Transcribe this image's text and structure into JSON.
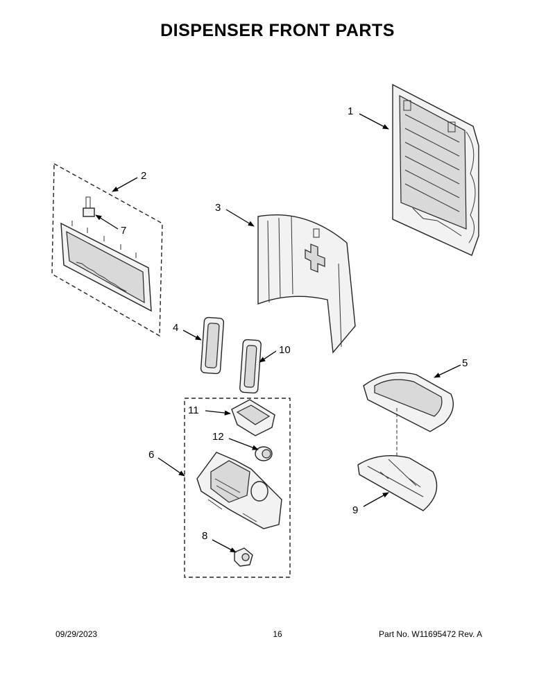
{
  "title": "DISPENSER FRONT PARTS",
  "footer": {
    "date": "09/29/2023",
    "page": "16",
    "part_no": "Part No.  W11695472  Rev.  A"
  },
  "callouts": {
    "c1": "1",
    "c2": "2",
    "c3": "3",
    "c4": "4",
    "c5": "5",
    "c6": "6",
    "c7": "7",
    "c8": "8",
    "c9": "9",
    "c10": "10",
    "c11": "11",
    "c12": "12"
  },
  "icons": {
    "arrowhead": "arrowhead-icon"
  }
}
